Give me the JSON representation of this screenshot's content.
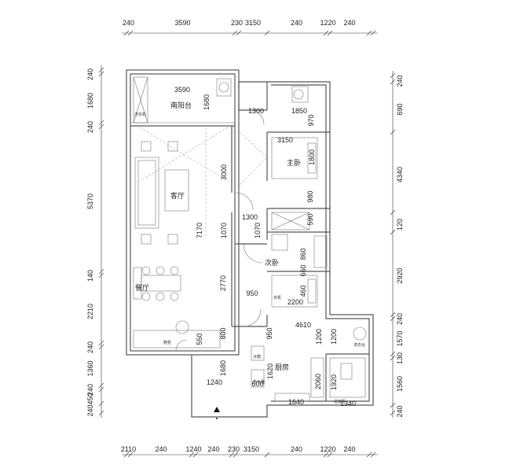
{
  "dims": {
    "top": [
      "240",
      "3590",
      "230",
      "3150",
      "240",
      "1220",
      "240"
    ],
    "bottom": [
      "2110",
      "240",
      "1240",
      "240",
      "230",
      "3150",
      "240",
      "1220",
      "240"
    ],
    "left": [
      "240",
      "1680",
      "240",
      "5370",
      "140",
      "2210",
      "240",
      "1360",
      "240",
      "450",
      "240"
    ],
    "right": [
      "240",
      "690",
      "4340",
      "120",
      "2920",
      "240",
      "1570",
      "130",
      "1560",
      "240"
    ]
  },
  "rooms": {
    "south_balcony": "南阳台",
    "living_room": "客厅",
    "master_bedroom": "主卧",
    "second_bedroom": "次卧",
    "dining_room": "餐厅",
    "kitchen": "厨房"
  },
  "interior_dims": [
    "3590",
    "1680",
    "1300",
    "1850",
    "970",
    "3150",
    "1800",
    "3000",
    "980",
    "590",
    "1300",
    "1070",
    "1070",
    "7170",
    "860",
    "660",
    "460",
    "2770",
    "950",
    "2200",
    "4610",
    "800",
    "950",
    "1200",
    "1200",
    "550",
    "1680",
    "1620",
    "2060",
    "1920",
    "1240",
    "600",
    "1340",
    "1640"
  ],
  "labels": {
    "laundry": "洗衣机",
    "fridge": "冰箱",
    "wardrobe": "衣柜",
    "water_heater": "热水器",
    "washstand": "洗衣台",
    "shoe_cabinet": "鞋柜",
    "bathroom_cabinet": "浴室柜"
  }
}
